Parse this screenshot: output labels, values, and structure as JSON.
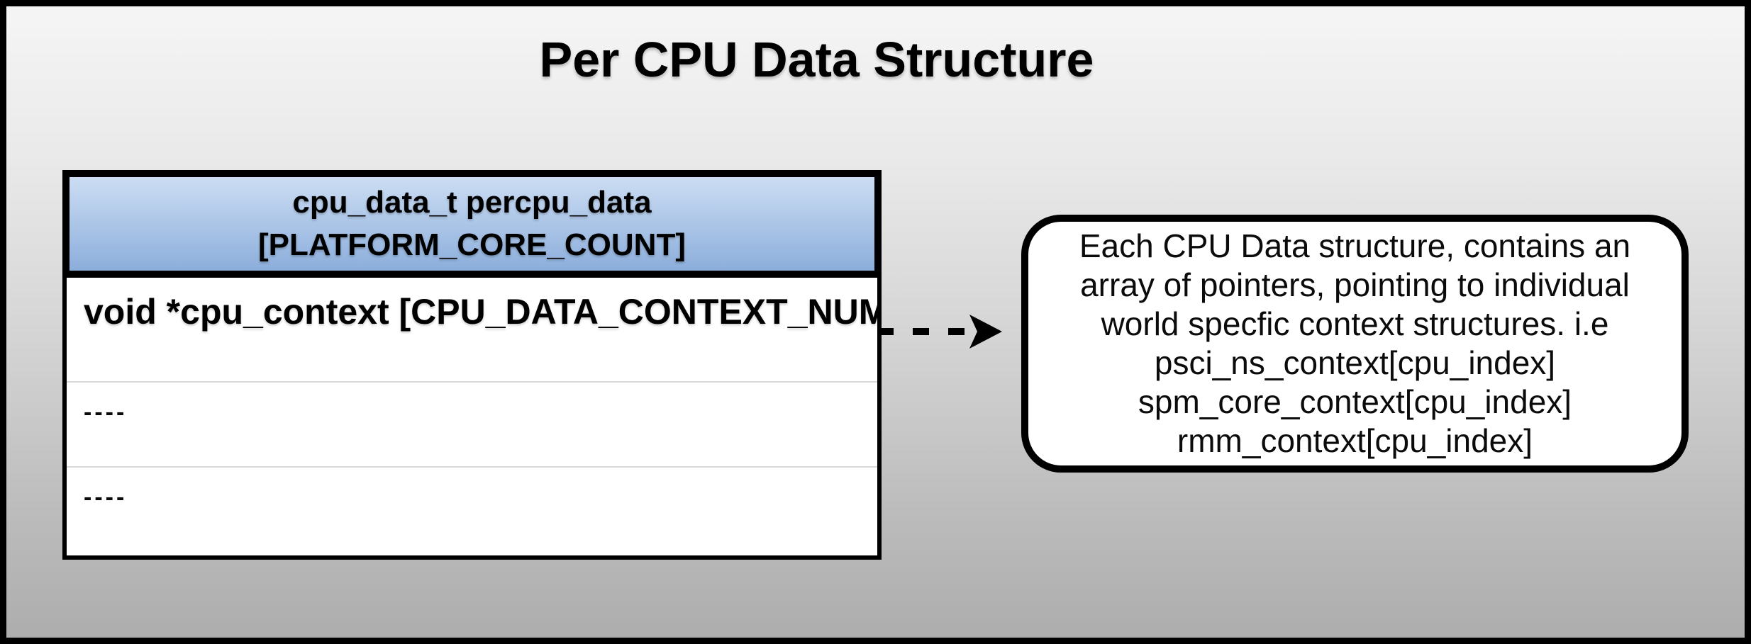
{
  "title": "Per CPU Data Structure",
  "table": {
    "header": {
      "line1": "cpu_data_t percpu_data",
      "line2": "[PLATFORM_CORE_COUNT]"
    },
    "rows": [
      "void *cpu_context [CPU_DATA_CONTEXT_NUM]",
      "----",
      "----"
    ]
  },
  "connector": {
    "type": "dashed-arrow",
    "direction": "right"
  },
  "callout": {
    "lines": [
      "Each CPU Data structure, contains an",
      "array of pointers, pointing to individual",
      "world specfic context structures. i.e",
      "psci_ns_context[cpu_index]",
      "spm_core_context[cpu_index]",
      "rmm_context[cpu_index]"
    ]
  },
  "colors": {
    "background_top": "#f5f5f5",
    "background_bottom": "#adadad",
    "header_gradient_top": "#ccddf3",
    "header_gradient_bottom": "#8caedb",
    "table_border": "#000000",
    "row_divider": "#d8d8d8",
    "box_fill": "#ffffff",
    "text": "#000000"
  }
}
